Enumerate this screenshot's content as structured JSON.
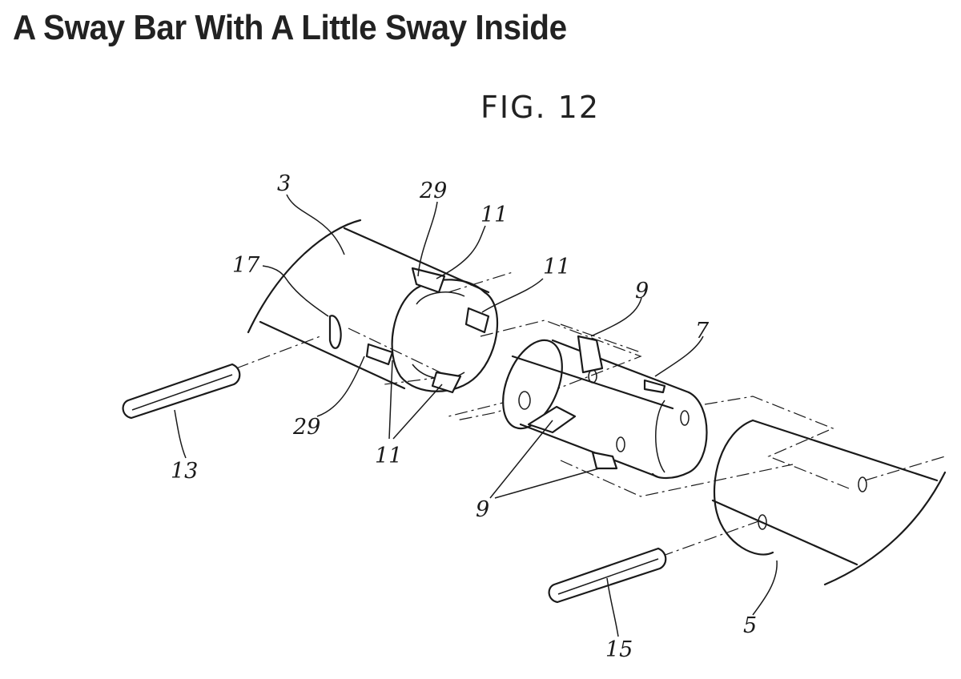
{
  "page": {
    "title": "A Sway Bar With A Little Sway Inside",
    "figure_label": "FIG. 12"
  },
  "callouts": {
    "outer_tube_left": "3",
    "outer_tube_right": "5",
    "inner_shaft": "7",
    "lug_top": "9",
    "lug_bottom": "9",
    "slot_right": "11",
    "slot_top": "11",
    "slot_bottom": "11",
    "pin_hole": "17",
    "stop_top": "29",
    "stop_bottom": "29",
    "pin_left": "13",
    "pin_right": "15"
  }
}
